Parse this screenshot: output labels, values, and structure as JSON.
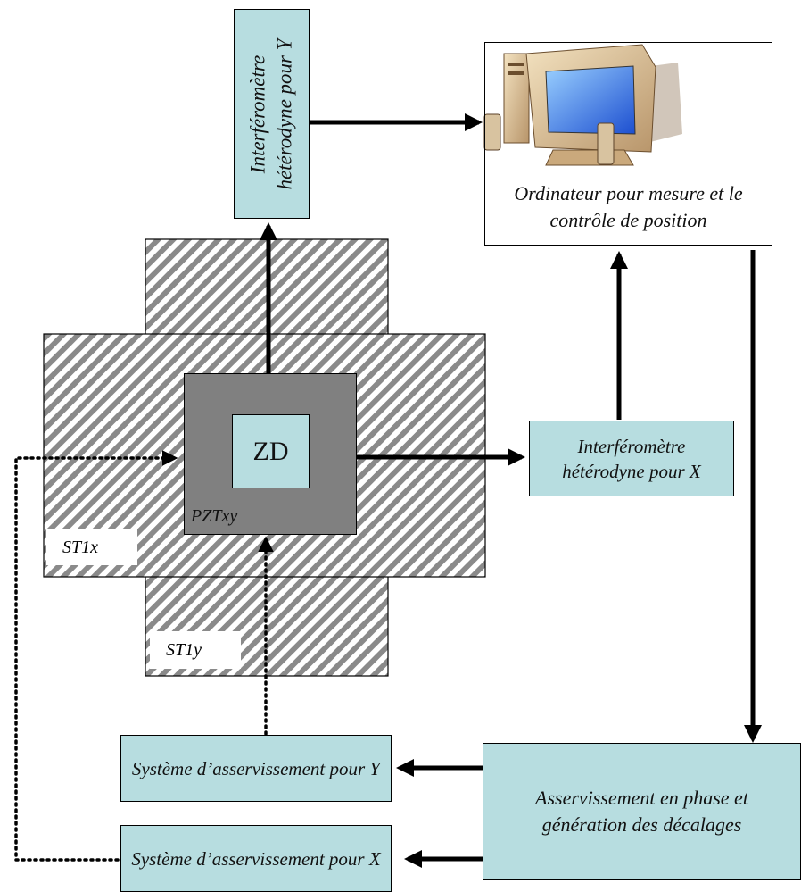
{
  "interferometer_y": {
    "label": "Interféromètre hétérodyne pour Y"
  },
  "computer": {
    "label": "Ordinateur pour mesure et le contrôle de position",
    "background": "#99ccff"
  },
  "interferometer_x": {
    "label": "Interféromètre hétérodyne pour X"
  },
  "zd": {
    "label": "ZD"
  },
  "pzt": {
    "label": "PZTxy",
    "background": "#808080"
  },
  "stage_x": {
    "label": "ST1x"
  },
  "stage_y": {
    "label": "ST1y"
  },
  "servo_y": {
    "label": "Système d’asservissement pour Y"
  },
  "servo_x": {
    "label": "Système d’asservissement pour X"
  },
  "phase_lock": {
    "label": "Asservissement en phase et génération des décalages"
  },
  "colors": {
    "box_fill": "#b7dde0",
    "hatch": "#888888",
    "arrow": "#000000"
  },
  "icons": {
    "computer": "computer-monitor-icon"
  }
}
